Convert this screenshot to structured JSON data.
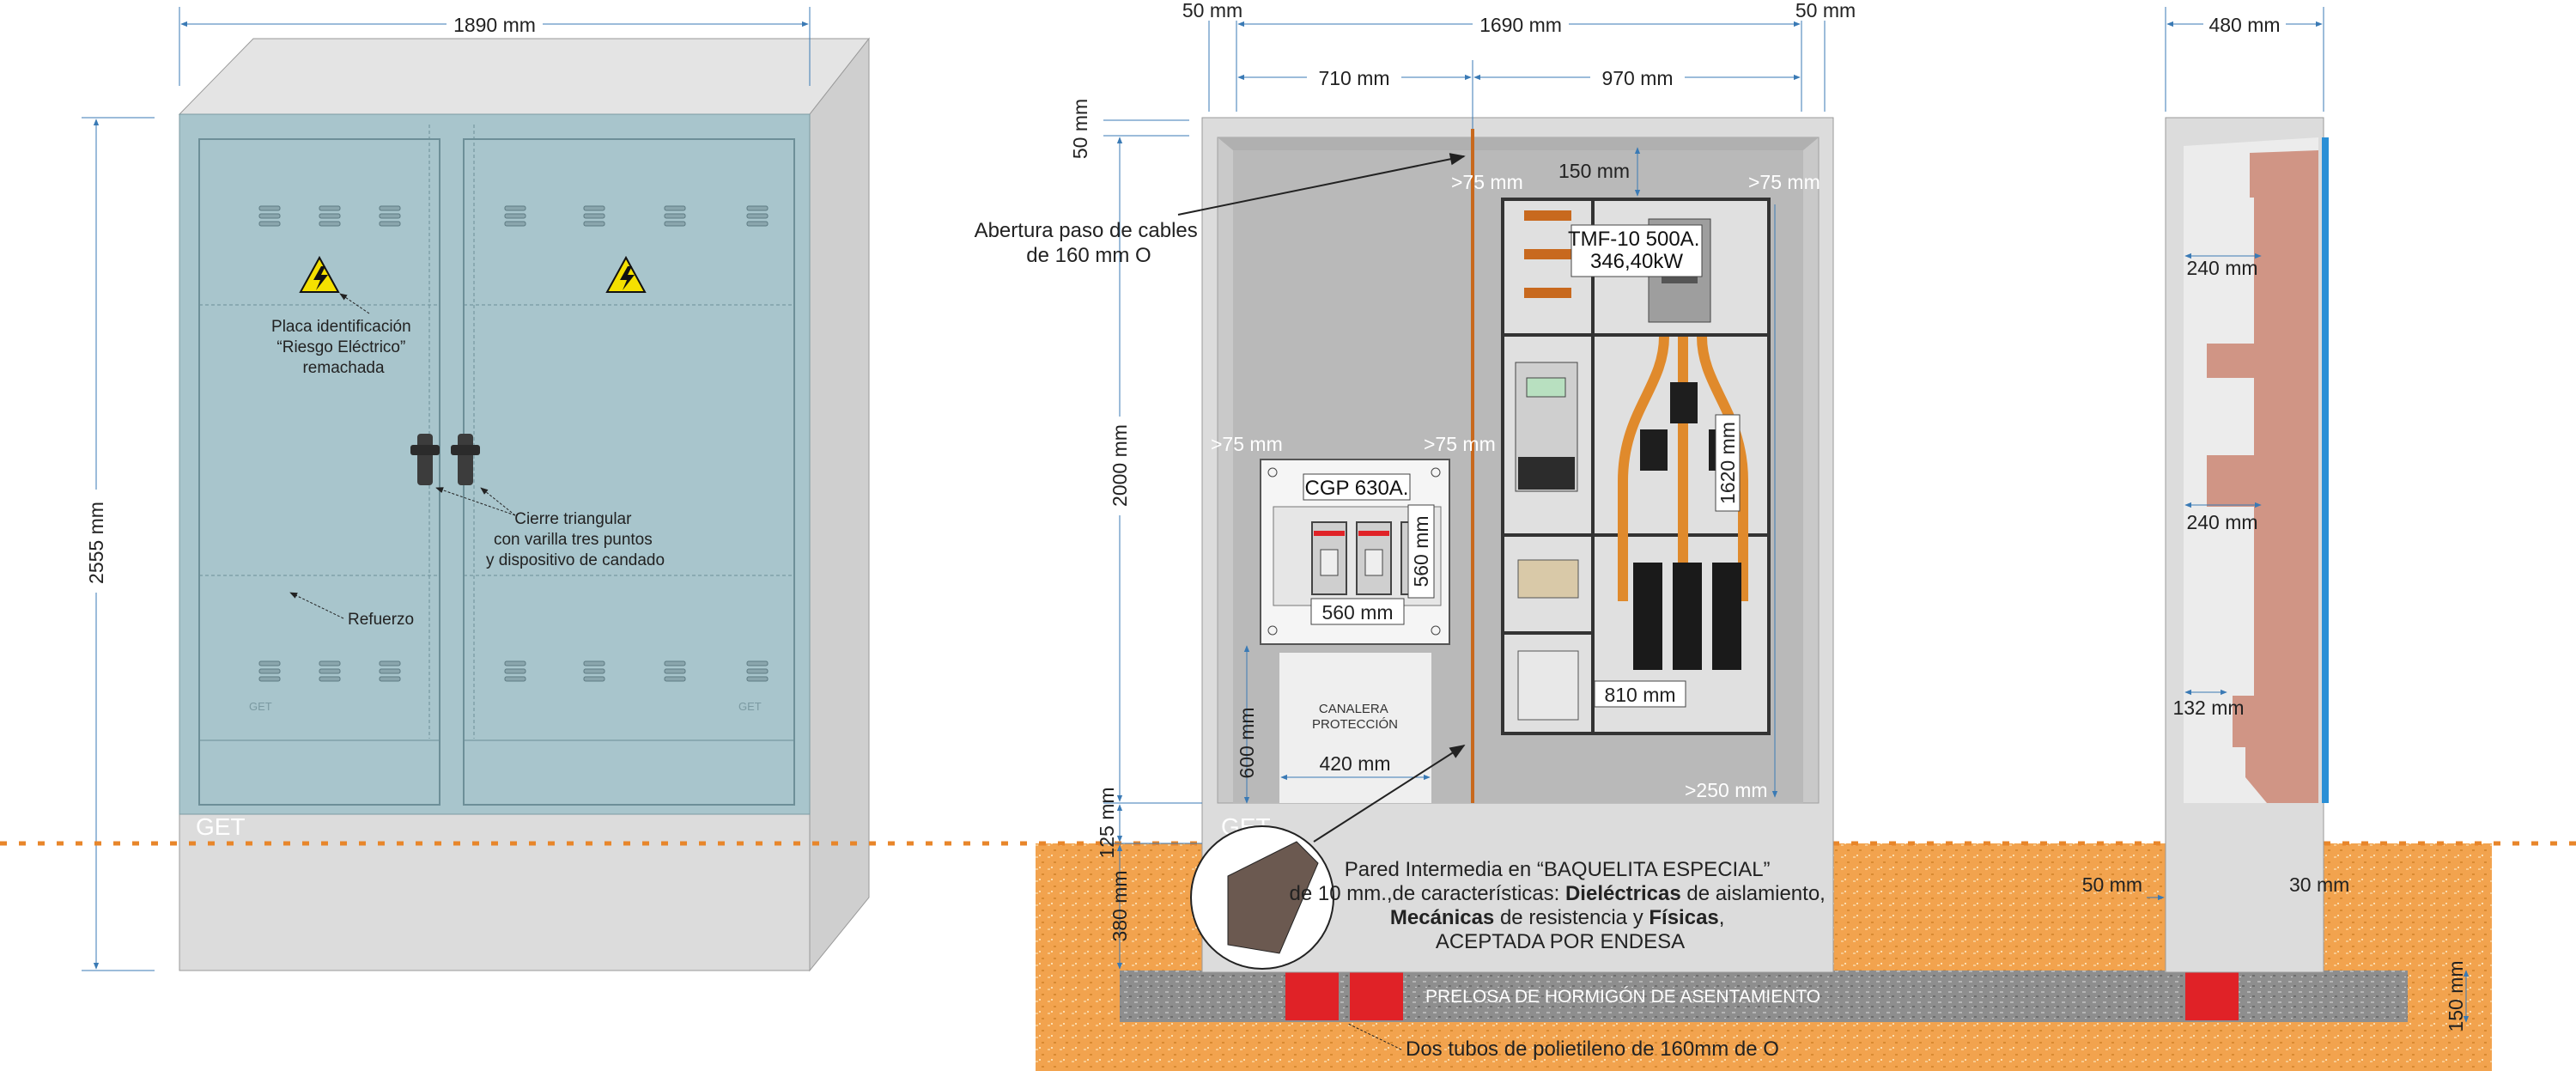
{
  "front": {
    "dim_width": "1890 mm",
    "dim_height": "2555 mm",
    "label_placa": [
      "Placa identificación",
      "“Riesgo Eléctrico”",
      "remachada"
    ],
    "label_cierre": [
      "Cierre triangular",
      "con varilla tres puntos",
      "y dispositivo de candado"
    ],
    "label_refuerzo": "Refuerzo",
    "brand": "GET",
    "door_brand": "GET"
  },
  "interior": {
    "dim_left_gap": "50 mm",
    "dim_width": "1690 mm",
    "dim_right_gap": "50 mm",
    "dim_left_section": "710 mm",
    "dim_right_section": "970 mm",
    "dim_top": "50 mm",
    "dim_height": "2000 mm",
    "dim_600": "600 mm",
    "dim_125": "125 mm",
    "dim_380": "380 mm",
    "dim_150_top": "150 mm",
    "clear_75_a": ">75 mm",
    "clear_75_b": ">75 mm",
    "clear_75_c": ">75 mm",
    "clear_75_d": ">75 mm",
    "clear_250": ">250 mm",
    "abertura_label": [
      "Abertura paso de cables",
      "de 160 mm O"
    ],
    "cgp_label": "CGP 630A.",
    "cgp_width": "560 mm",
    "cgp_height": "560 mm",
    "canalera": [
      "CANALERA",
      "PROTECCIÓN"
    ],
    "canalera_width": "420 mm",
    "tmf_label": [
      "TMF-10 500A.",
      "346,40kW"
    ],
    "tmf_height": "1620 mm",
    "tmf_width": "810 mm",
    "brand": "GET",
    "pared_line1": "Pared Intermedia en “BAQUELITA ESPECIAL”",
    "pared_line2_pre": "de 10 mm.,de características: ",
    "pared_line2_bold": "Dieléctricas",
    "pared_line2_post": " de aislamiento,",
    "pared_line3_bold1": "Mecánicas",
    "pared_line3_mid": " de resistencia y ",
    "pared_line3_bold2": "Físicas",
    "pared_line3_post": ",",
    "pared_line4": "ACEPTADA POR ENDESA",
    "prelosa": "PRELOSA DE HORMIGÓN DE ASENTAMIENTO",
    "tubos": "Dos tubos de polietileno de 160mm de O",
    "dim_150_bottom": "150 mm"
  },
  "side": {
    "dim_depth": "480 mm",
    "dim_240_a": "240 mm",
    "dim_240_b": "240 mm",
    "dim_132": "132 mm",
    "dim_50": "50 mm",
    "dim_30": "30 mm"
  },
  "colors": {
    "panel": "#a8c5cc",
    "cabinet": "#dcdcdc",
    "soil": "#f2a34e",
    "slab": "#8e8e8e",
    "tube": "#e02227",
    "dim_line": "#3a7ab5",
    "copper": "#e08a2c",
    "ground_line": "#e8862a",
    "wall": "#d09585"
  }
}
